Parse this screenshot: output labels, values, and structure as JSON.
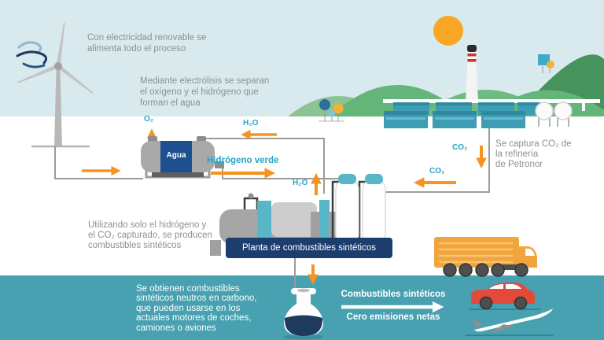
{
  "colors": {
    "accent_orange": "#F5941F",
    "label_teal": "#2AA3C6",
    "navy_banner": "#1C3E6E",
    "band_teal": "#47A1B1",
    "sky_blue": "#D9EAEE",
    "text_gray": "#8E9090",
    "mountain_green": "#63B579",
    "tank_teal": "#3C9DB4"
  },
  "annotations": {
    "electricity": {
      "lines": [
        "Con electricidad renovable se",
        "alimenta todo el proceso"
      ]
    },
    "electrolysis": {
      "lines": [
        "Mediante electrólisis se separan",
        "el oxígeno y el hidrógeno que",
        "forman el agua"
      ]
    },
    "capture": {
      "lines": [
        "Se captura CO₂ de",
        "la refinería",
        "de Petronor"
      ]
    },
    "synthesis": {
      "lines": [
        "Utilizando solo el hidrógeno y",
        "el CO₂ capturado, se producen",
        "combustibles sintéticos"
      ]
    },
    "result": {
      "lines": [
        "Se obtienen combustibles",
        "sintéticos neutros en carbono,",
        "que pueden usarse en los",
        "actuales motores de coches,",
        "camiones o aviones"
      ]
    }
  },
  "labels": {
    "o2": "O₂",
    "h2o_return": "H₂O",
    "hidrogeno_verde": "Hidrógeno verde",
    "h2o_plant": "H₂O",
    "co2_capture": "CO₂",
    "co2_transfer": "CO₂",
    "agua": "Agua",
    "planta": "Planta de combustibles sintéticos",
    "combustibles": "Combustibles sintéticos",
    "cero": "Cero emisiones netas"
  },
  "scene_icons": {
    "wind_icon": "wind-gusts",
    "wind_turbine": "wind-turbine",
    "sun": "sun",
    "mountains": "mountains",
    "refinery": "refinery-chimney-and-tanks",
    "electrolyzer": "electrolyzer-water-tank",
    "plant": "synthetic-fuels-plant",
    "truck": "truck",
    "car": "car",
    "plane": "airplane",
    "flask": "fuel-flask"
  }
}
